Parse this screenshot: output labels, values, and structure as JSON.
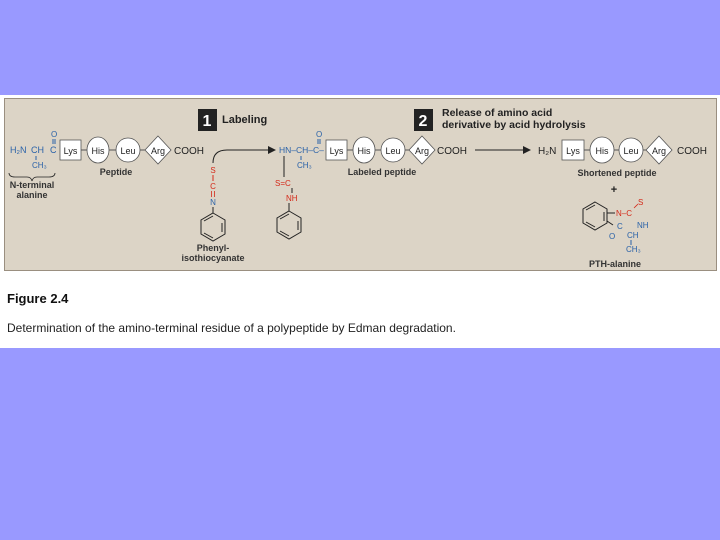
{
  "colors": {
    "background": "#9999ff",
    "panel": "#dcd4c6",
    "blue": "#2a62a8",
    "red": "#d42a1a"
  },
  "steps": [
    {
      "number": "1",
      "label": "Labeling"
    },
    {
      "number": "2",
      "label_line1": "Release of amino acid",
      "label_line2": "derivative by acid hydrolysis"
    }
  ],
  "residues": [
    "Lys",
    "His",
    "Leu",
    "Arg"
  ],
  "cooh": "COOH",
  "peptide": {
    "h2n": "H₂N",
    "ch": "CH",
    "c": "C",
    "o": "O",
    "ch3": "CH₃",
    "nterm_line1": "N-terminal",
    "nterm_line2": "alanine",
    "label": "Peptide"
  },
  "reagent": {
    "s": "S",
    "c": "C",
    "n": "N",
    "name_line1": "Phenyl-",
    "name_line2": "isothiocyanate"
  },
  "labeled": {
    "hn": "HN–CH–C–",
    "o": "O",
    "ch3": "CH₃",
    "sc": "S=C",
    "nh": "NH",
    "label": "Labeled peptide"
  },
  "shortened": {
    "h2n": "H₂N",
    "label": "Shortened peptide",
    "plus": "+"
  },
  "pth": {
    "s": "S",
    "nc": "N–C",
    "c": "C",
    "nh": "NH",
    "o": "O",
    "ch": "CH",
    "ch3": "CH₃",
    "label": "PTH-alanine"
  },
  "caption": {
    "title": "Figure 2.4",
    "text": "Determination of the amino-terminal residue of a polypeptide by Edman degradation."
  }
}
